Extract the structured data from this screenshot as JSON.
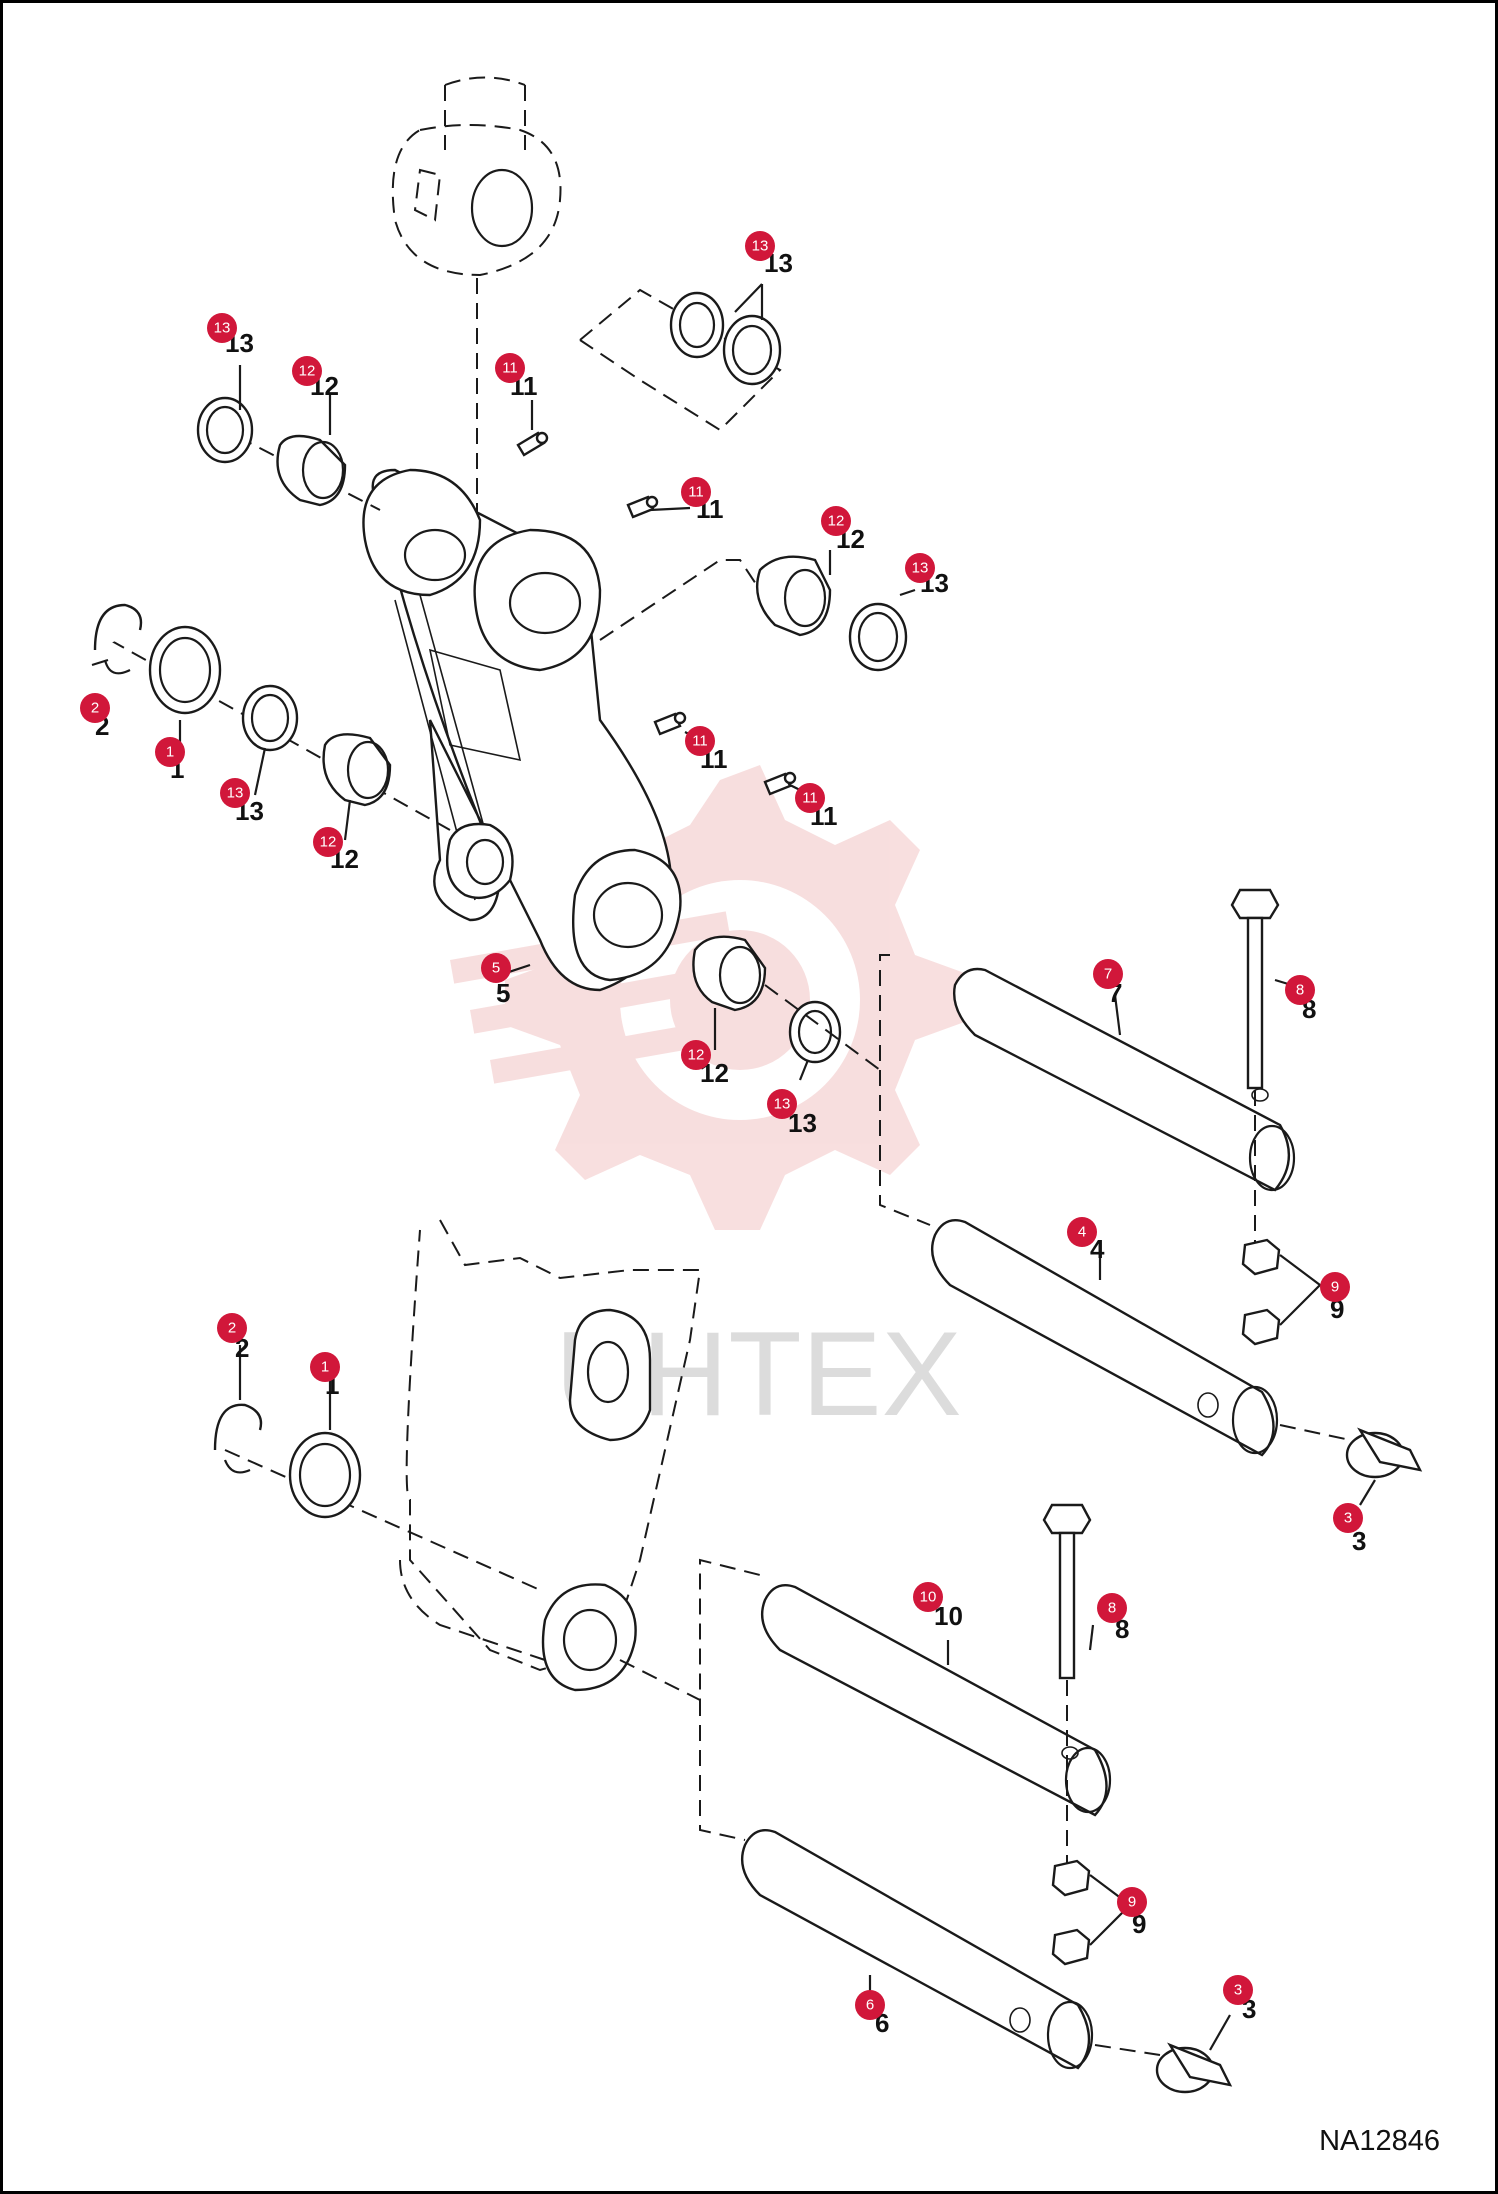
{
  "drawing_code": "NA12846",
  "watermark": {
    "text": "UHTEX",
    "color": "#f2c4c4"
  },
  "accent_color": "#d1173a",
  "callouts": [
    {
      "num": "13"
    },
    {
      "num": "13"
    },
    {
      "num": "12"
    },
    {
      "num": "11"
    },
    {
      "num": "11"
    },
    {
      "num": "12"
    },
    {
      "num": "13"
    },
    {
      "num": "2"
    },
    {
      "num": "1"
    },
    {
      "num": "13"
    },
    {
      "num": "12"
    },
    {
      "num": "11"
    },
    {
      "num": "11"
    },
    {
      "num": "5"
    },
    {
      "num": "12"
    },
    {
      "num": "13"
    },
    {
      "num": "7"
    },
    {
      "num": "8"
    },
    {
      "num": "4"
    },
    {
      "num": "9"
    },
    {
      "num": "2"
    },
    {
      "num": "1"
    },
    {
      "num": "3"
    },
    {
      "num": "10"
    },
    {
      "num": "8"
    },
    {
      "num": "9"
    },
    {
      "num": "6"
    },
    {
      "num": "3"
    }
  ]
}
